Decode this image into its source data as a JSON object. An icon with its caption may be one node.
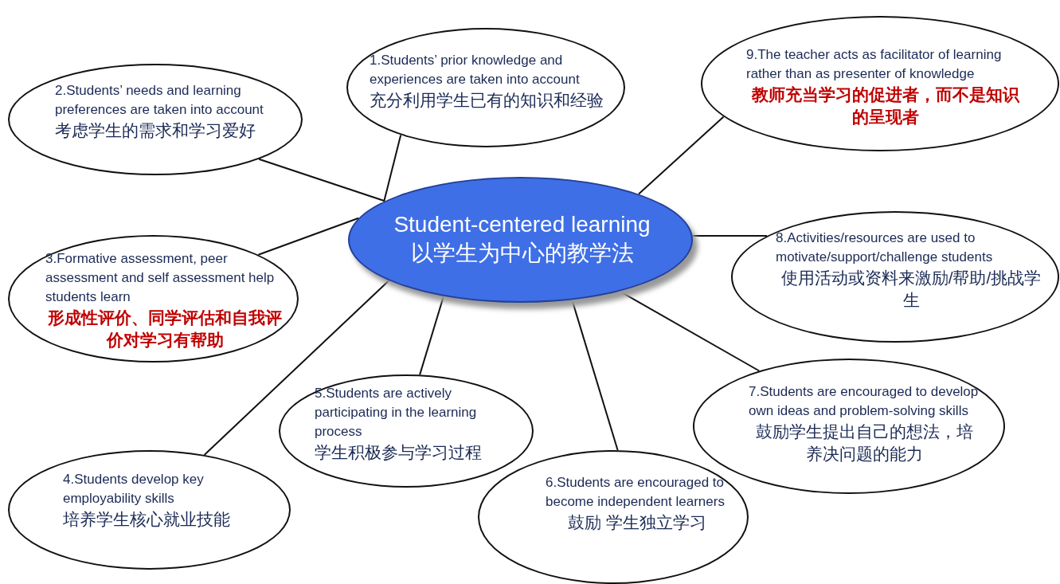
{
  "diagram": {
    "nodes": [
      {
        "text": [
          "Student-centered learning",
          "以学生为中心的教学法"
        ]
      },
      {
        "text": [
          "1.Students’ prior knowledge and experiences are taken into account",
          "充分利用学生已有的知识和经验"
        ]
      },
      {
        "text": [
          "2.Students’ needs and learning preferences are taken into account",
          "考虑学生的需求和学习爱好"
        ]
      },
      {
        "text": [
          "3.Formative assessment, peer assessment and self assessment help students learn",
          "形成性评价、同学评估和自我评价对学习有帮助"
        ]
      },
      {
        "text": [
          "4.Students develop key employability skills",
          "培养学生核心就业技能"
        ]
      },
      {
        "text": [
          "5.Students are actively participating in the learning process",
          "学生积极参与学习过程"
        ]
      },
      {
        "text": [
          "6.Students are encouraged to become independent learners",
          "鼓励 学生独立学习"
        ]
      },
      {
        "text": [
          "7.Students are encouraged to develop own ideas and problem-solving skills",
          "鼓励学生提出自己的想法，培养决问题的能力"
        ]
      },
      {
        "text": [
          "8.Activities/resources are used to motivate/support/challenge students",
          "使用活动或资料来激励/帮助/挑战学生"
        ]
      },
      {
        "text": [
          "9.The teacher acts as facilitator of learning rather than as presenter of knowledge",
          "教师充当学习的促进者，而不是知识的呈现者"
        ]
      }
    ],
    "edges": [
      {
        "from": 0,
        "to": 1,
        "arrow": "none"
      },
      {
        "from": 0,
        "to": 2,
        "arrow": "none"
      },
      {
        "from": 0,
        "to": 3,
        "arrow": "none"
      },
      {
        "from": 0,
        "to": 4,
        "arrow": "none"
      },
      {
        "from": 0,
        "to": 5,
        "arrow": "none"
      },
      {
        "from": 0,
        "to": 6,
        "arrow": "none"
      },
      {
        "from": 0,
        "to": 7,
        "arrow": "none"
      },
      {
        "from": 0,
        "to": 8,
        "arrow": "none"
      },
      {
        "from": 0,
        "to": 9,
        "arrow": "none"
      }
    ]
  }
}
